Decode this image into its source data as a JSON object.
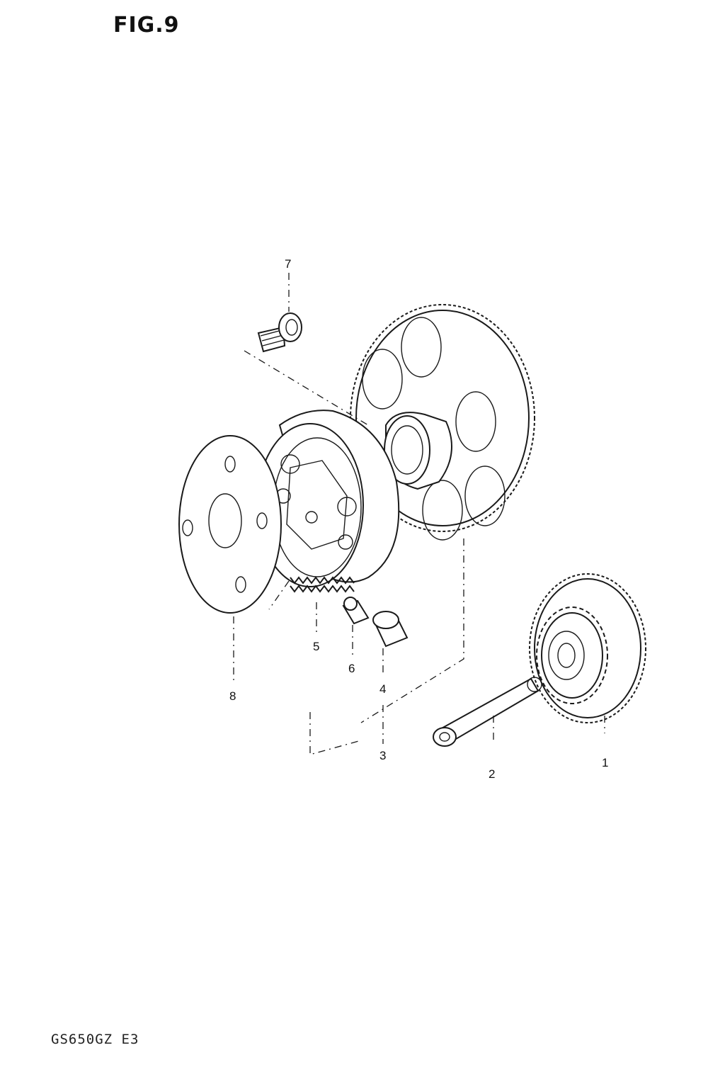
{
  "figure": {
    "title": "FIG.9",
    "model_code": "GS650GZ E3"
  },
  "parts": [
    {
      "id": "1",
      "label": "1",
      "icon": "drive-gear-icon"
    },
    {
      "id": "2",
      "label": "2",
      "icon": "shaft-icon"
    },
    {
      "id": "3",
      "label": "3",
      "icon": "clutch-assembly-icon"
    },
    {
      "id": "4",
      "label": "4",
      "icon": "roller-icon"
    },
    {
      "id": "5",
      "label": "5",
      "icon": "spring-icon"
    },
    {
      "id": "6",
      "label": "6",
      "icon": "cap-icon"
    },
    {
      "id": "7",
      "label": "7",
      "icon": "bolt-icon"
    },
    {
      "id": "8",
      "label": "8",
      "icon": "guide-plate-icon"
    }
  ]
}
